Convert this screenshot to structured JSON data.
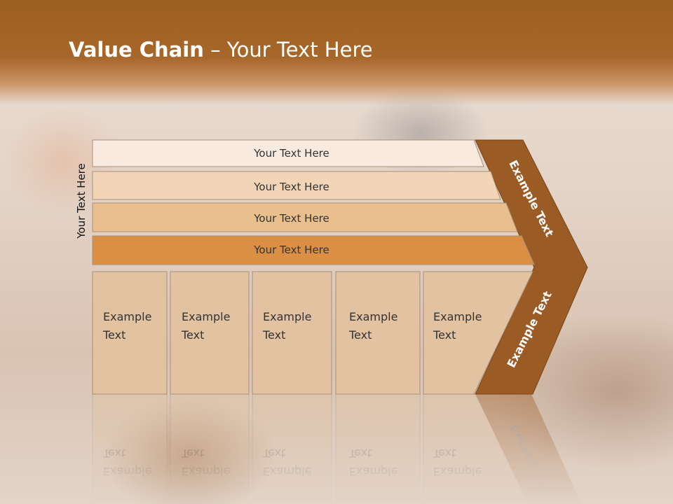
{
  "slide": {
    "title_bold": "Value Chain",
    "title_rest": " – Your Text Here",
    "side_label": "Your Text Here"
  },
  "support_bars": [
    {
      "label": "Your Text Here",
      "color": "#f8eadf"
    },
    {
      "label": "Your Text Here",
      "color": "#f2d5b6"
    },
    {
      "label": "Your Text Here",
      "color": "#e9bf8d"
    },
    {
      "label": "Your Text Here",
      "color": "#da8f45"
    }
  ],
  "primary_columns": [
    {
      "line1": "Example",
      "line2": "Text"
    },
    {
      "line1": "Example",
      "line2": "Text"
    },
    {
      "line1": "Example",
      "line2": "Text"
    },
    {
      "line1": "Example",
      "line2": "Text"
    },
    {
      "line1": "Example",
      "line2": "Text"
    }
  ],
  "chevron": {
    "upper_label": "Example Text",
    "lower_label": "Example Text",
    "color": "#9b5b25"
  },
  "colors": {
    "header": "#a4642a",
    "column_fill": "#e2c2a1",
    "column_border": "#a98f7a"
  }
}
